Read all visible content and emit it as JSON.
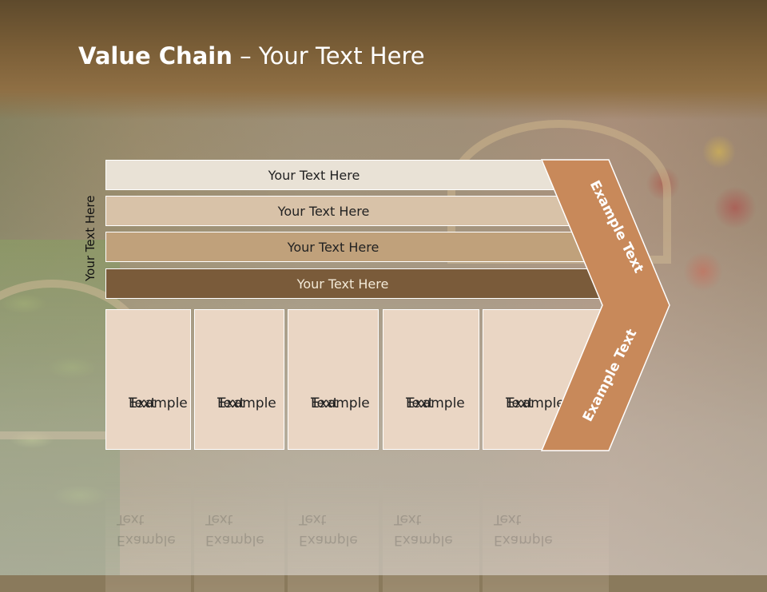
{
  "title": {
    "bold": "Value Chain",
    "rest": " – Your Text Here"
  },
  "side_label": "Your Text Here",
  "bars": [
    "Your Text Here",
    "Your Text Here",
    "Your Text Here",
    "Your Text Here"
  ],
  "boxes": [
    [
      "Example",
      "Text"
    ],
    [
      "Example",
      "Text"
    ],
    [
      "Example",
      "Text"
    ],
    [
      "Example",
      "Text"
    ],
    [
      "Example",
      "Text"
    ]
  ],
  "chevron": {
    "upper_label": "Example Text",
    "lower_label": "Example Text",
    "color": "#c8895a"
  },
  "colors": {
    "bar1": "#e9e2d6",
    "bar2": "#d8c2a8",
    "bar3": "#c0a17b",
    "bar4": "#7a5b3a",
    "box": "#ead6c4"
  }
}
